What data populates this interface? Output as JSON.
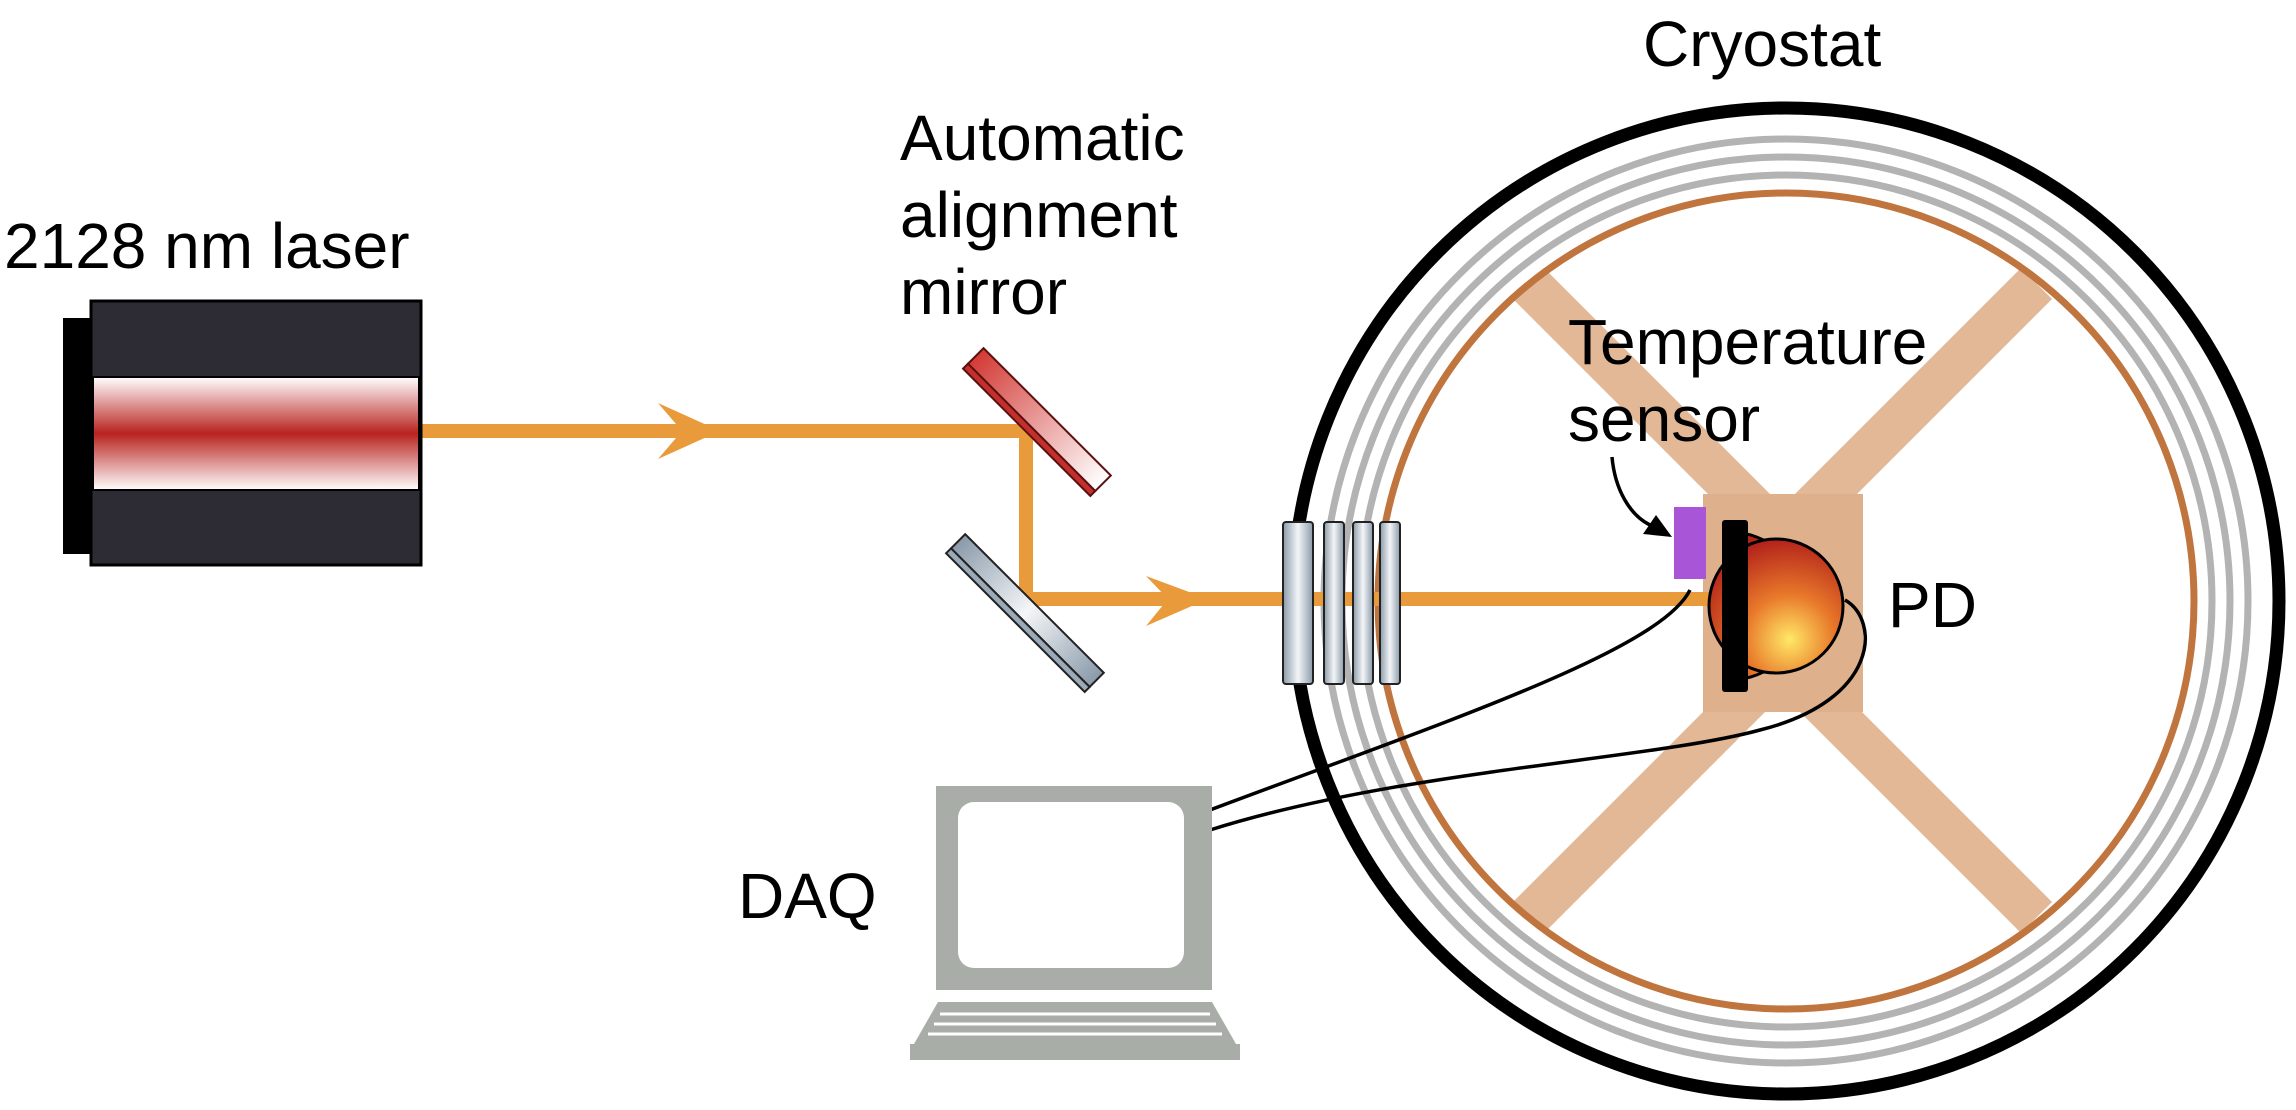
{
  "labels": {
    "laser": "2128 nm laser",
    "mirror_line1": "Automatic",
    "mirror_line2": "alignment",
    "mirror_line3": "mirror",
    "cryostat": "Cryostat",
    "sensor_line1": "Temperature",
    "sensor_line2": "sensor",
    "pd": "PD",
    "daq": "DAQ"
  },
  "colors": {
    "beam": "#E99A3A",
    "laser_body": "#2D2B33",
    "laser_core": "#B8231F",
    "mirror_red": "#D33A35",
    "mirror_steel": "#8A9AAA",
    "cryostat_outer": "#000000",
    "cryostat_shield": "#B3B3B3",
    "cryostat_inner": "#C0753F",
    "support": "#E2B896",
    "sensor": "#A855D8",
    "photodiode": "#C02A1E",
    "computer": "#A8ADA7"
  }
}
